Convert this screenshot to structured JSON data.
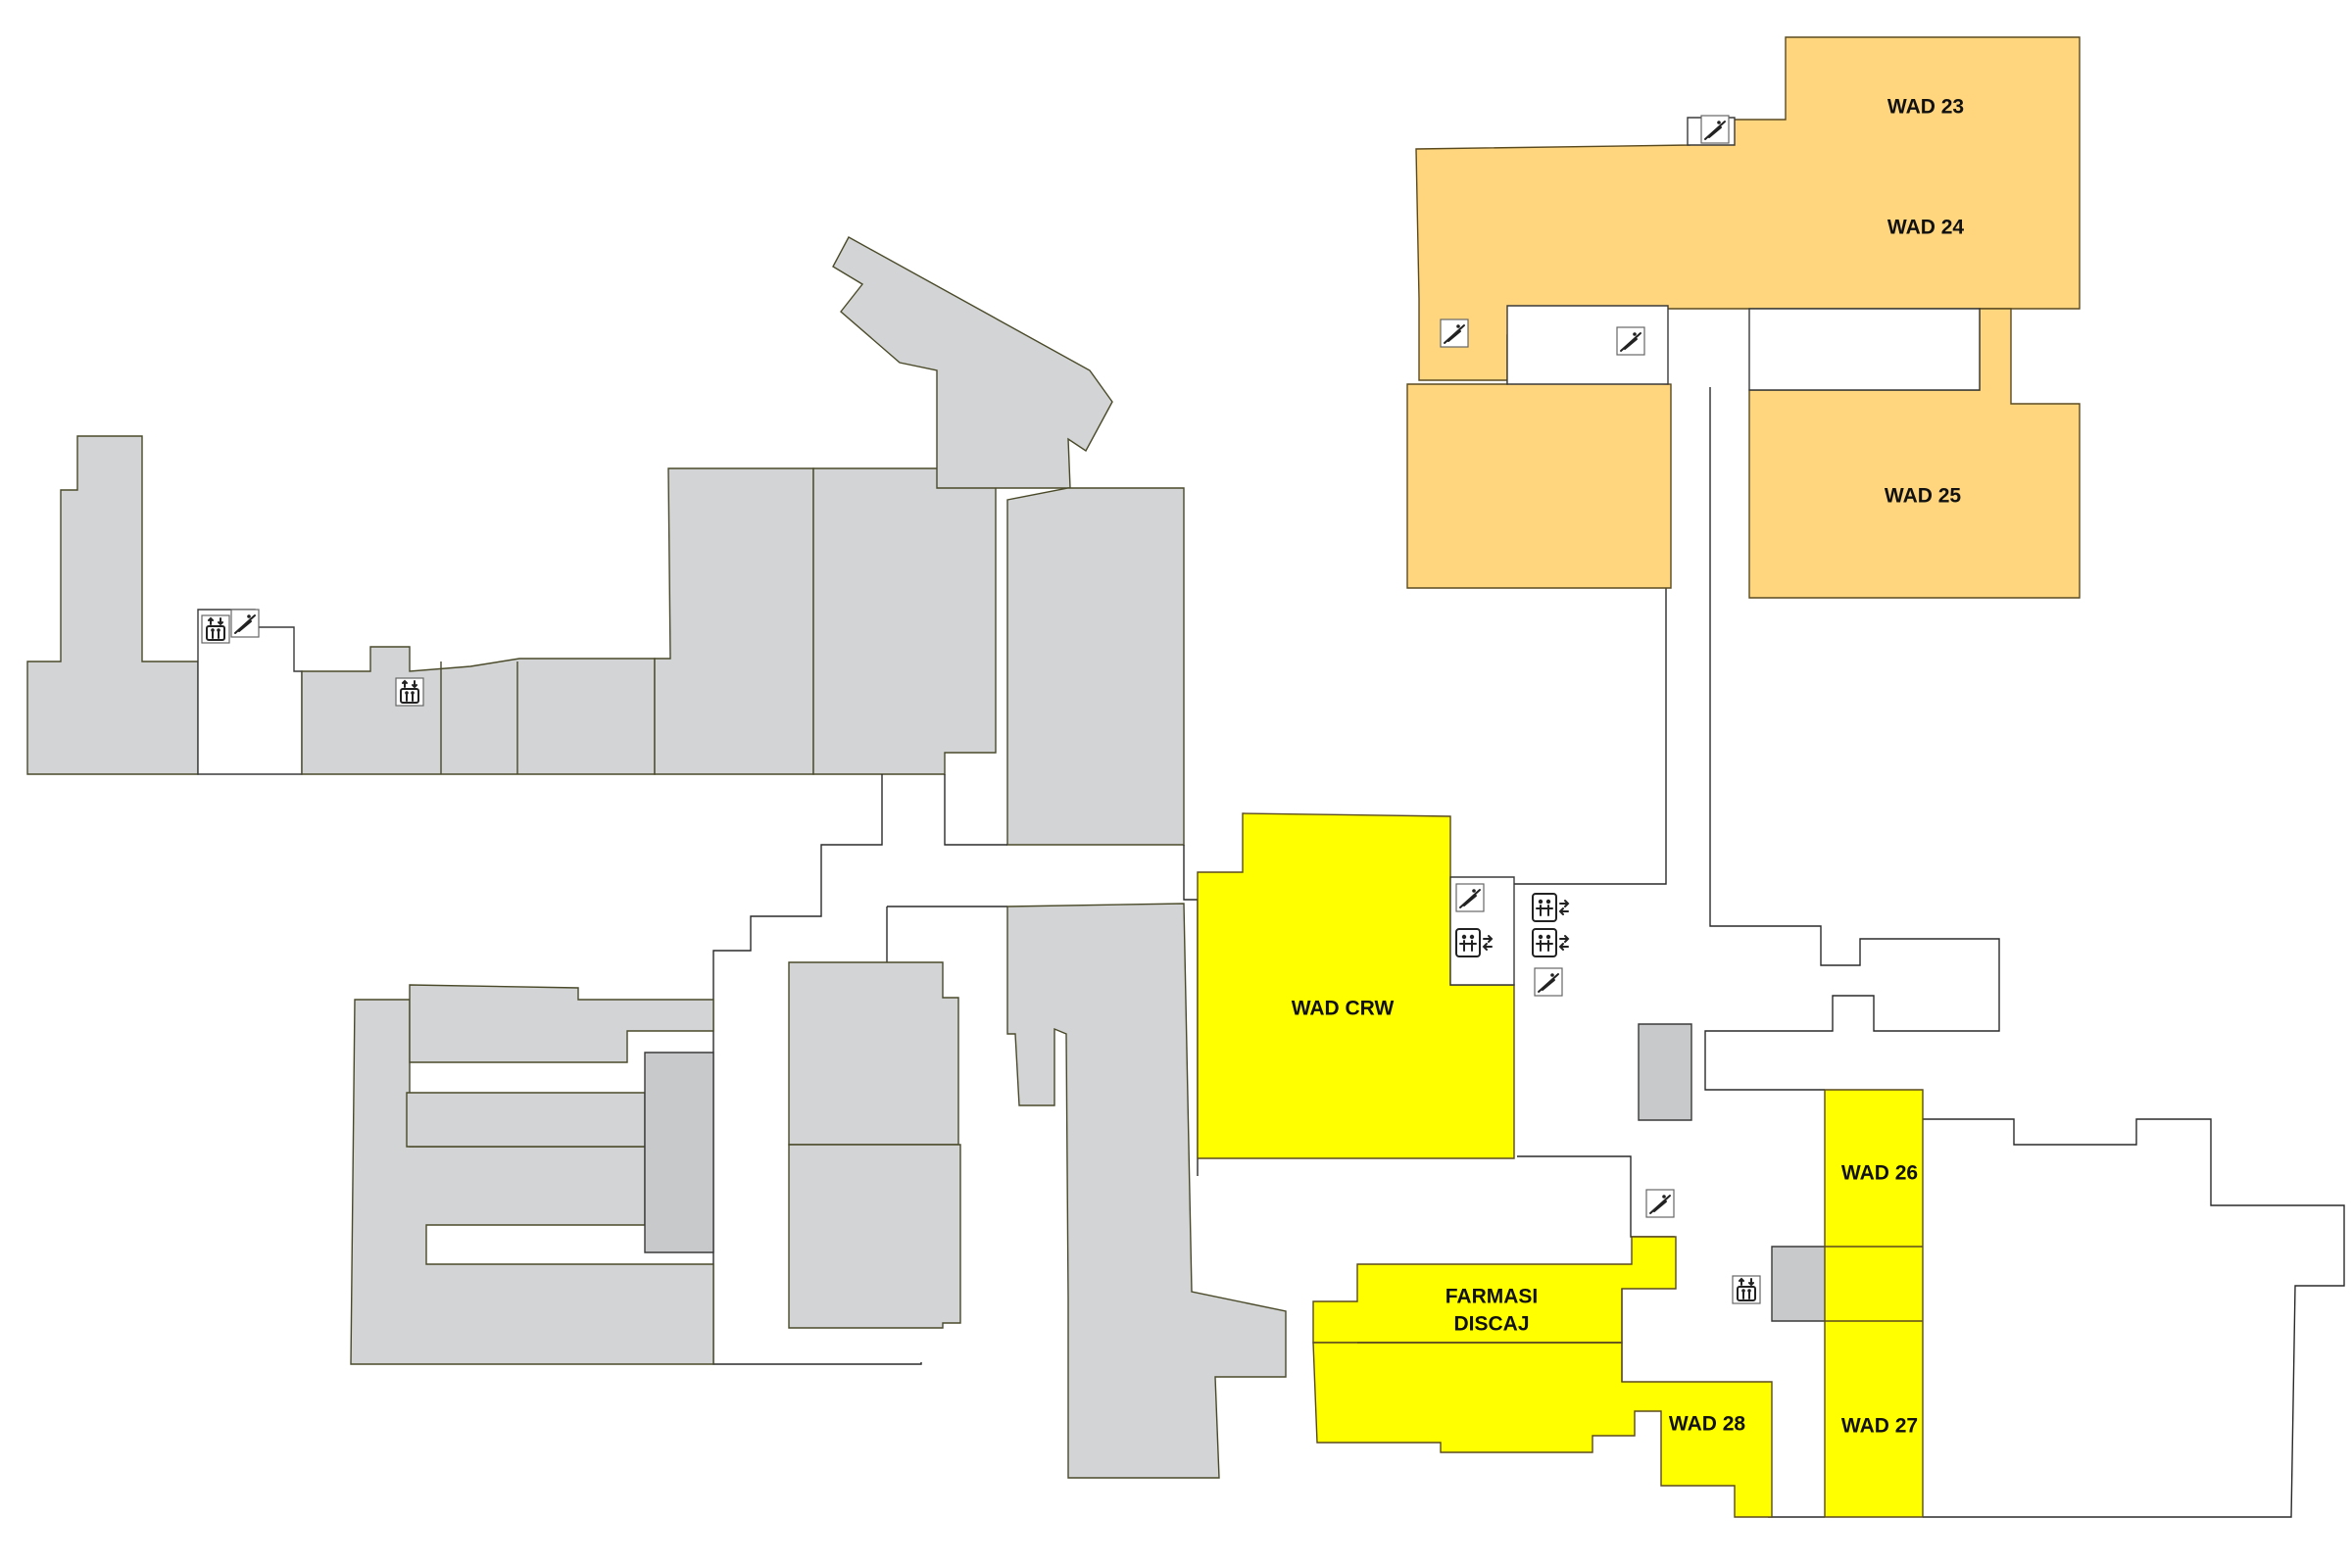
{
  "colors": {
    "ward_orange": "#ffd67e",
    "ward_yellow": "#ffff00",
    "building_grey": "#d2d4d5",
    "corridor_white": "#ffffff"
  },
  "wards": {
    "wad23": {
      "label": "WAD 23",
      "color": "#ffd67e"
    },
    "wad24": {
      "label": "WAD 24",
      "color": "#ffd67e"
    },
    "wad25": {
      "label": "WAD 25",
      "color": "#ffd67e"
    },
    "wad_crw": {
      "label": "WAD CRW",
      "color": "#ffff00"
    },
    "farmasi_line1": {
      "label": "FARMASI",
      "color": "#ffff00"
    },
    "farmasi_line2": {
      "label": "DISCAJ",
      "color": "#ffff00"
    },
    "wad26": {
      "label": "WAD 26",
      "color": "#ffff00"
    },
    "wad27": {
      "label": "WAD 27",
      "color": "#ffff00"
    },
    "wad28": {
      "label": "WAD 28",
      "color": "#ffff00"
    }
  },
  "icons": [
    "stairs-icon",
    "lift-icon",
    "toilet-icon"
  ]
}
